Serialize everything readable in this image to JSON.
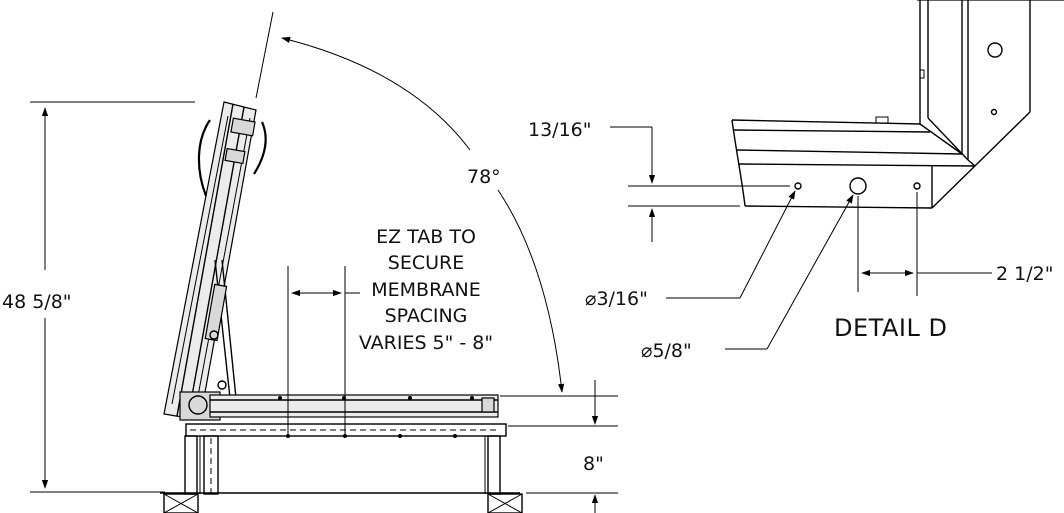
{
  "dimensions": {
    "overall_height": "48 5/8\"",
    "open_angle": "78°",
    "tab_note": [
      "EZ TAB TO",
      "SECURE",
      "MEMBRANE",
      "SPACING",
      "VARIES 5\" - 8\""
    ],
    "curb_height": "8\"",
    "top_offset": "13/16\"",
    "small_hole_dia": "⌀3/16\"",
    "large_hole_dia": "⌀5/8\"",
    "hole_spacing": "2 1/2\""
  },
  "detail": {
    "label": "DETAIL D"
  }
}
